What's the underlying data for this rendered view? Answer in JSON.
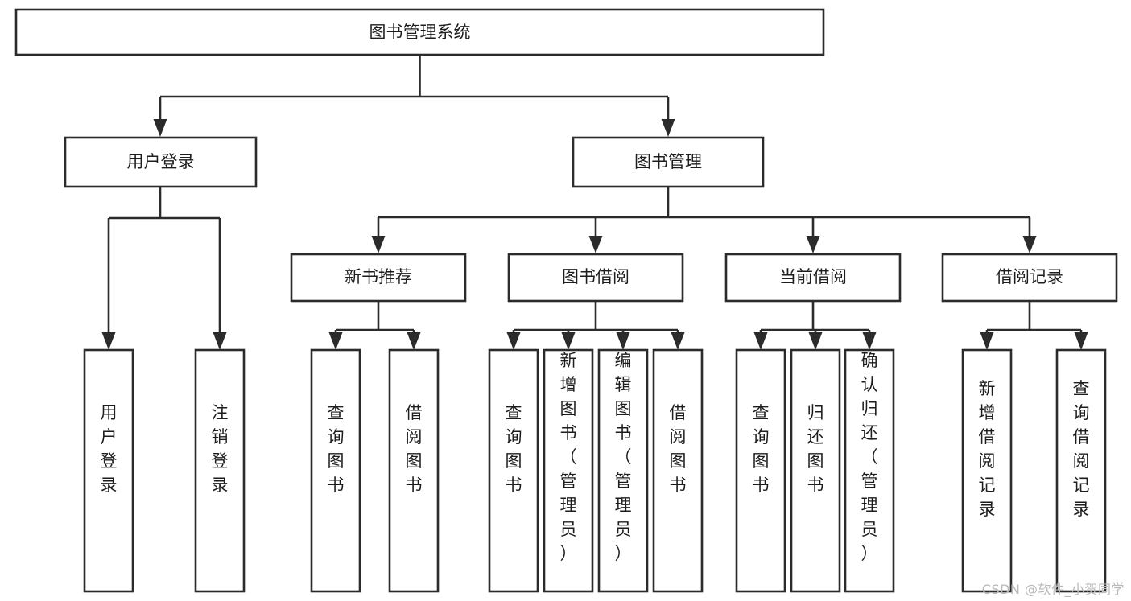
{
  "diagram": {
    "type": "tree",
    "title": "图书管理系统",
    "orientation": "top-down",
    "colors": {
      "box_stroke": "#2b2b2b",
      "box_fill": "#ffffff",
      "connector": "#2b2b2b",
      "text": "#1d1d1d",
      "background": "#ffffff",
      "watermark": "#b9b9b9"
    },
    "root": {
      "label": "图书管理系统"
    },
    "level2": [
      {
        "label": "用户登录"
      },
      {
        "label": "图书管理"
      }
    ],
    "level3": [
      {
        "label": "新书推荐"
      },
      {
        "label": "图书借阅"
      },
      {
        "label": "当前借阅"
      },
      {
        "label": "借阅记录"
      }
    ],
    "leaves": {
      "user_login": [
        {
          "label": "用户登录"
        },
        {
          "label": "注销登录"
        }
      ],
      "new_book_recommend": [
        {
          "label": "查询图书"
        },
        {
          "label": "借阅图书"
        }
      ],
      "book_borrow": [
        {
          "label": "查询图书"
        },
        {
          "label": "新增图书（管理员）"
        },
        {
          "label": "编辑图书（管理员）"
        },
        {
          "label": "借阅图书"
        }
      ],
      "current_borrow": [
        {
          "label": "查询图书"
        },
        {
          "label": "归还图书"
        },
        {
          "label": "确认归还（管理员）"
        }
      ],
      "borrow_record": [
        {
          "label": "新增借阅记录"
        },
        {
          "label": "查询借阅记录"
        }
      ]
    }
  },
  "watermark": {
    "text": "CSDN @软件_小贺同学"
  }
}
